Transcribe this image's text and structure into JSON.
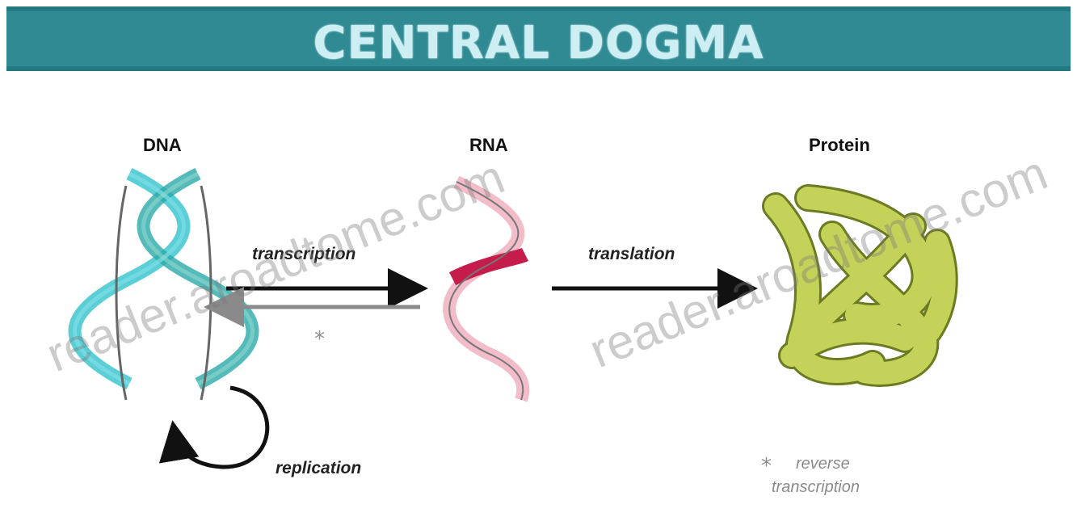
{
  "title": "CENTRAL DOGMA",
  "nodes": {
    "dna": "DNA",
    "rna": "RNA",
    "protein": "Protein"
  },
  "processes": {
    "transcription": "transcription",
    "translation": "translation",
    "replication": "replication"
  },
  "note": {
    "marker": "*",
    "line1": "reverse",
    "line2": "transcription"
  },
  "watermark": {
    "left": "reader.aroadtome.com",
    "right": "reader.aroadtome.com"
  },
  "colors": {
    "banner": "#2f8a93",
    "title": "#cdeef2",
    "dna_strand": "#3ec6cf",
    "rna_strand": "#c41d4c",
    "protein": "#c5d25a",
    "arrow": "#111111",
    "reverse_arrow": "#8a8a8a"
  }
}
